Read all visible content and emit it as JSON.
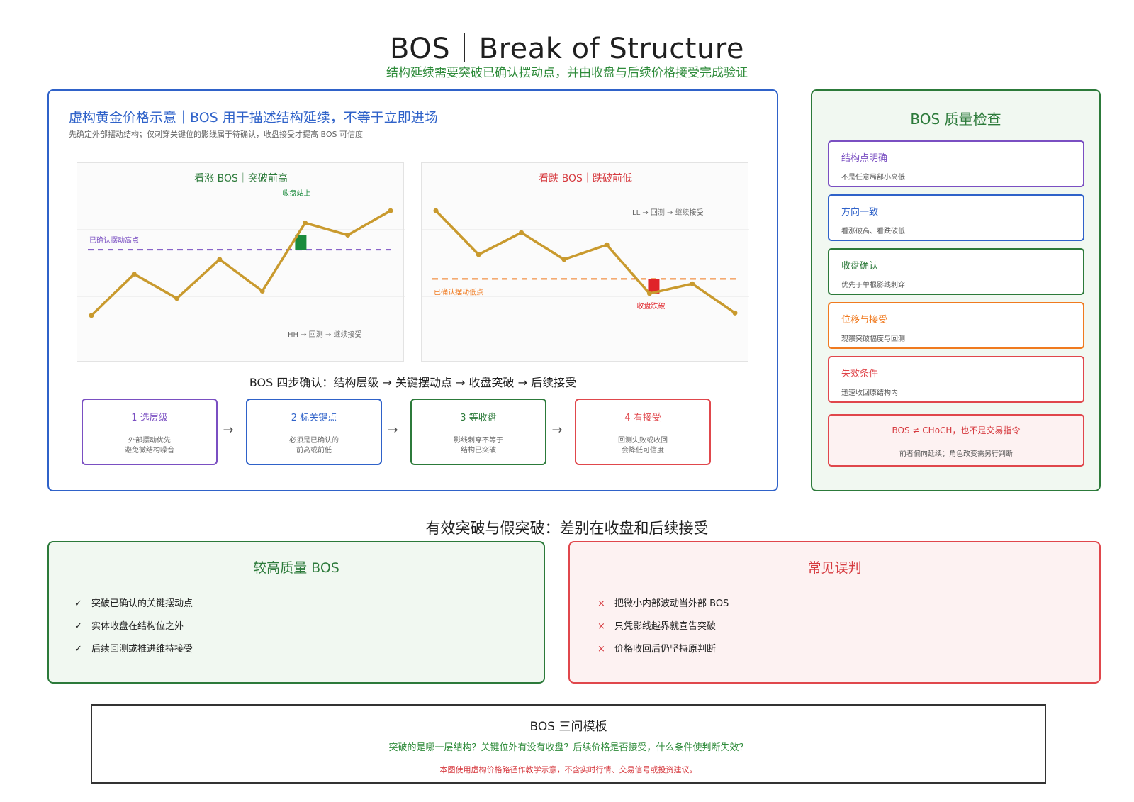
{
  "header": {
    "title": "BOS｜Break of Structure",
    "subtitle": "结构延续需要突破已确认摆动点，并由收盘与后续价格接受完成验证"
  },
  "left": {
    "heading": "虚构黄金价格示意｜BOS 用于描述结构延续，不等于立即进场",
    "note": "先确定外部摆动结构；仅刺穿关键位的影线属于待确认，收盘接受才提高 BOS 可信度"
  },
  "chart_data": [
    {
      "type": "line",
      "title": "看涨 BOS｜突破前高",
      "x": [
        0,
        1,
        2,
        3,
        4,
        5,
        6,
        7
      ],
      "values": [
        0,
        1.7,
        0.7,
        2.3,
        1.0,
        3.8,
        3.3,
        4.3
      ],
      "ylim": [
        -0.5,
        4.8
      ],
      "level": {
        "label": "已确认摆动高点",
        "value": 2.7
      },
      "candle": {
        "label": "收盘站上",
        "x": 4.9,
        "open": 2.7,
        "close": 3.3
      },
      "annotation": "HH → 回测 → 继续接受",
      "colors": {
        "line": "#c99a2e",
        "level": "#7a4fc2",
        "candle": "#1a8a3c",
        "title": "#2c7a3a"
      }
    },
    {
      "type": "line",
      "title": "看跌 BOS｜跌破前低",
      "x": [
        0,
        1,
        2,
        3,
        4,
        5,
        6,
        7
      ],
      "values": [
        4.3,
        2.5,
        3.4,
        2.3,
        2.9,
        0.9,
        1.3,
        0.1
      ],
      "ylim": [
        -0.5,
        4.8
      ],
      "level": {
        "label": "已确认摆动低点",
        "value": 1.5
      },
      "candle": {
        "label": "收盘跌破",
        "x": 5.1,
        "open": 1.5,
        "close": 0.9
      },
      "annotation": "LL → 回测 → 继续接受",
      "colors": {
        "line": "#c99a2e",
        "level": "#f07a1f",
        "candle": "#e0242a",
        "title": "#d63a3f"
      }
    }
  ],
  "steps": {
    "title": "BOS 四步确认：结构层级 → 关键摆动点 → 收盘突破 → 后续接受",
    "arrow": "→",
    "items": [
      {
        "title": "1 选层级",
        "line1": "外部摆动优先",
        "line2": "避免微结构噪音",
        "color": "#7a4fc2"
      },
      {
        "title": "2 标关键点",
        "line1": "必须是已确认的",
        "line2": "前高或前低",
        "color": "#2f62c9"
      },
      {
        "title": "3 等收盘",
        "line1": "影线刺穿不等于",
        "line2": "结构已突破",
        "color": "#2c7a3a"
      },
      {
        "title": "4 看接受",
        "line1": "回测失败或收回",
        "line2": "会降低可信度",
        "color": "#e0474c"
      }
    ]
  },
  "checks": {
    "title": "BOS 质量检查",
    "items": [
      {
        "title": "结构点明确",
        "desc": "不是任意局部小高低",
        "color": "#7a4fc2"
      },
      {
        "title": "方向一致",
        "desc": "看涨破高、看跌破低",
        "color": "#2f62c9"
      },
      {
        "title": "收盘确认",
        "desc": "优先于单根影线刺穿",
        "color": "#2c7a3a"
      },
      {
        "title": "位移与接受",
        "desc": "观察突破幅度与回测",
        "color": "#f07a1f"
      },
      {
        "title": "失效条件",
        "desc": "迅速收回原结构内",
        "color": "#e0474c"
      }
    ],
    "warning": {
      "title": "BOS ≠ CHoCH，也不是交易指令",
      "desc": "前者偏向延续；角色改变需另行判断"
    }
  },
  "compare": {
    "title": "有效突破与假突破：差别在收盘和后续接受",
    "good": {
      "title": "较高质量 BOS",
      "mark": "✓",
      "items": [
        "突破已确认的关键摆动点",
        "实体收盘在结构位之外",
        "后续回测或推进维持接受"
      ]
    },
    "bad": {
      "title": "常见误判",
      "mark": "×",
      "items": [
        "把微小内部波动当外部 BOS",
        "只凭影线越界就宣告突破",
        "价格收回后仍坚持原判断"
      ]
    }
  },
  "template": {
    "title": "BOS 三问模板",
    "questions": "突破的是哪一层结构？关键位外有没有收盘？后续价格是否接受，什么条件使判断失效？",
    "disclaimer": "本图使用虚构价格路径作教学示意，不含实时行情、交易信号或投资建议。"
  }
}
